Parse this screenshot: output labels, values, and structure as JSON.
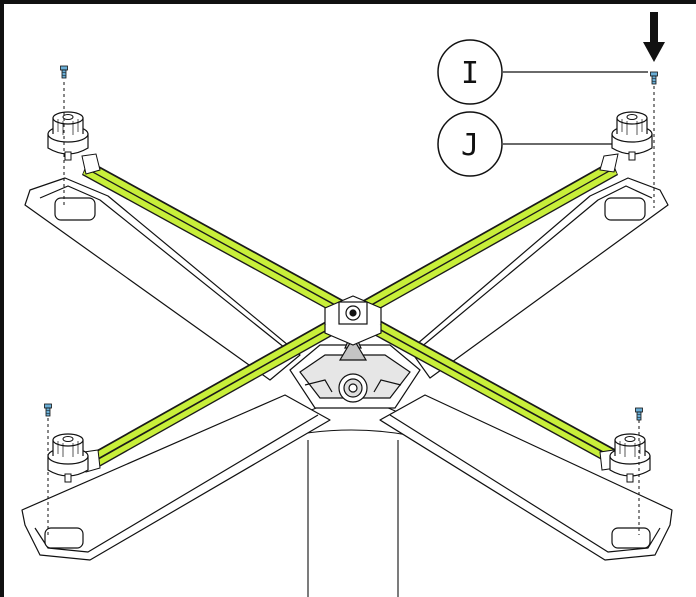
{
  "callouts": {
    "i": {
      "label": "I",
      "target": "screw"
    },
    "j": {
      "label": "J",
      "target": "foot-glide"
    }
  },
  "colors": {
    "rail_highlight": "#c8ef3a",
    "rail_shadow": "#1a1a1a",
    "screw": "#6aaed6",
    "line": "#111111",
    "background": "#ffffff"
  },
  "icons": [
    "down-arrow-icon",
    "screw-icon",
    "foot-glide-icon"
  ]
}
